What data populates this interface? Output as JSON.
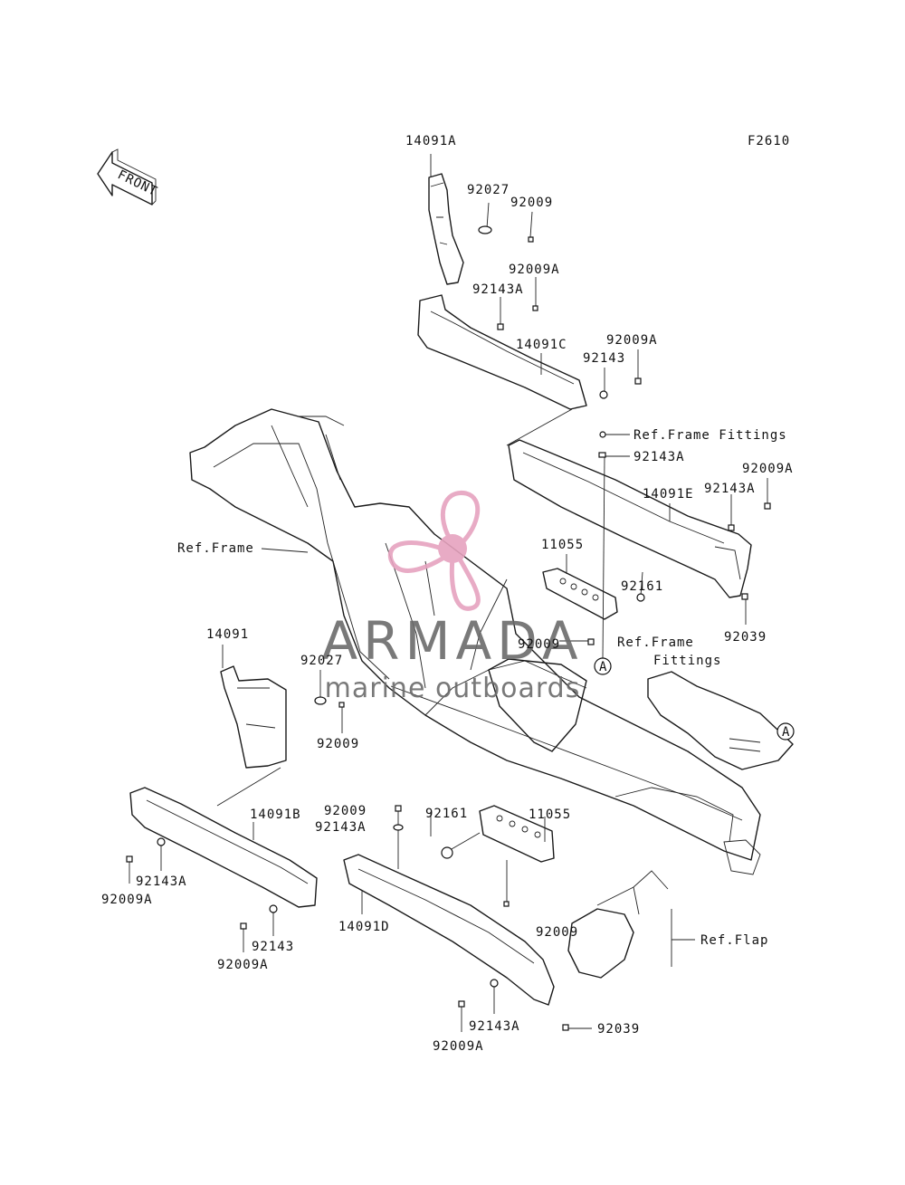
{
  "figure_code": "F2610",
  "front_arrow_label": "FRONT",
  "watermark": {
    "brand": "ARMADA",
    "tagline": "marine outboards",
    "brand_color": "#e6a3bf",
    "text_color": "#6b6b6b"
  },
  "labels": {
    "p14091A": "14091A",
    "p92027_top": "92027",
    "p92009_top": "92009",
    "p92009A_1": "92009A",
    "p92143A_1": "92143A",
    "p14091C": "14091C",
    "p92009A_2": "92009A",
    "p92143_top": "92143",
    "ref_frame_fittings_top": "Ref.Frame Fittings",
    "p92143A_2": "92143A",
    "p92009A_3": "92009A",
    "p14091E": "14091E",
    "p92143A_3": "92143A",
    "ref_frame": "Ref.Frame",
    "p11055_top": "11055",
    "p92161_top": "92161",
    "p92039_top": "92039",
    "p92009_mid": "92009",
    "ref_frame_fittings_mid_1": "Ref.Frame",
    "ref_frame_fittings_mid_2": "Fittings",
    "callout_a_1": "A",
    "callout_a_2": "A",
    "p14091": "14091",
    "p92027_mid": "92027",
    "p92009_left": "92009",
    "p92009_lower": "92009",
    "p92143A_lower": "92143A",
    "p92161_lower": "92161",
    "p11055_lower": "11055",
    "p14091B": "14091B",
    "p92143A_left": "92143A",
    "p92009A_left": "92009A",
    "p92143_left": "92143",
    "p92009A_left2": "92009A",
    "p14091D": "14091D",
    "p92009_bottom": "92009",
    "ref_flap": "Ref.Flap",
    "p92143A_bottom": "92143A",
    "p92039_bottom": "92039",
    "p92009A_bottom": "92009A"
  }
}
